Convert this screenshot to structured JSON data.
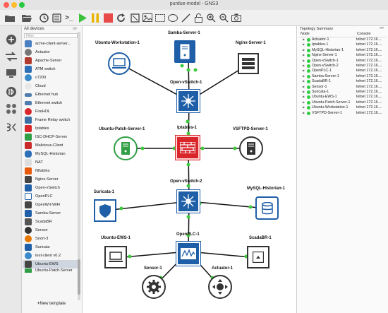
{
  "window": {
    "title": "purdue-model - GNS3"
  },
  "device_panel": {
    "title": "All devices",
    "filter_placeholder": "Filter",
    "devices": [
      "acme-client-server...",
      "Actuator",
      "Apache-Server",
      "ATM switch",
      "c7200",
      "Cloud",
      "Ethernet hub",
      "Ethernet switch",
      "FireHOL",
      "Frame Relay switch",
      "Iptables",
      "ISC-DHCP-Server",
      "Malicious-Client",
      "MySQL-Historian",
      "NAT",
      "Nftables",
      "Nginx-Server",
      "Open-vSwitch",
      "OpenPLC",
      "OpenWrt-WiFi",
      "Samba-Server",
      "ScadaBR",
      "Sensor",
      "Snort-3",
      "Suricata",
      "test-client v0.2",
      "Ubuntu-EWS",
      "Ubuntu-Patch-Server"
    ],
    "new_template": "New template"
  },
  "canvas": {
    "nodes": {
      "ubuntu_workstation": "Ubuntu-Workstation-1",
      "samba": "Samba-Server-1",
      "nginx": "Nginx-Server-1",
      "ovs1": "Open-vSwitch-1",
      "ubuntu_patch": "Ubuntu-Patch-Server-1",
      "iptables": "Iptables-1",
      "vsftpd": "VSFTPD-Server-1",
      "ovs2": "Open-vSwitch-2",
      "suricata": "Suricata-1",
      "mysql": "MySQL-Historian-1",
      "ews": "Ubuntu-EWS-1",
      "openplc": "OpenPLC-1",
      "scadabr": "ScadaBR-1",
      "sensor": "Sensor-1",
      "actuator": "Actuator-1"
    }
  },
  "topology_summary": {
    "title": "Topology Summary",
    "col_node": "Node",
    "col_console": "Console",
    "rows": [
      {
        "name": "Actuator-1",
        "console": "telnet 172.16...."
      },
      {
        "name": "Iptables-1",
        "console": "telnet 172.16...."
      },
      {
        "name": "MySQL-Historian-1",
        "console": "telnet 172.16...."
      },
      {
        "name": "Nginx-Server-1",
        "console": "telnet 172.16...."
      },
      {
        "name": "Open-vSwitch-1",
        "console": "telnet 172.16...."
      },
      {
        "name": "Open-vSwitch-2",
        "console": "telnet 172.16...."
      },
      {
        "name": "OpenPLC-1",
        "console": "telnet 172.16...."
      },
      {
        "name": "Samba-Server-1",
        "console": "telnet 172.16...."
      },
      {
        "name": "ScadaBR-1",
        "console": "telnet 172.16...."
      },
      {
        "name": "Sensor-1",
        "console": "telnet 172.16...."
      },
      {
        "name": "Suricata-1",
        "console": "telnet 172.16...."
      },
      {
        "name": "Ubuntu-EWS-1",
        "console": "telnet 172.16...."
      },
      {
        "name": "Ubuntu-Patch-Server-1",
        "console": "telnet 172.16...."
      },
      {
        "name": "Ubuntu-Workstation-1",
        "console": "telnet 172.16...."
      },
      {
        "name": "VSFTPD-Server-1",
        "console": "telnet 172.16...."
      }
    ]
  },
  "colors": {
    "link": "#111111",
    "status_green": "#2ecc40",
    "switch_blue": "#1f5fa8",
    "firewall_red": "#d9262b"
  }
}
